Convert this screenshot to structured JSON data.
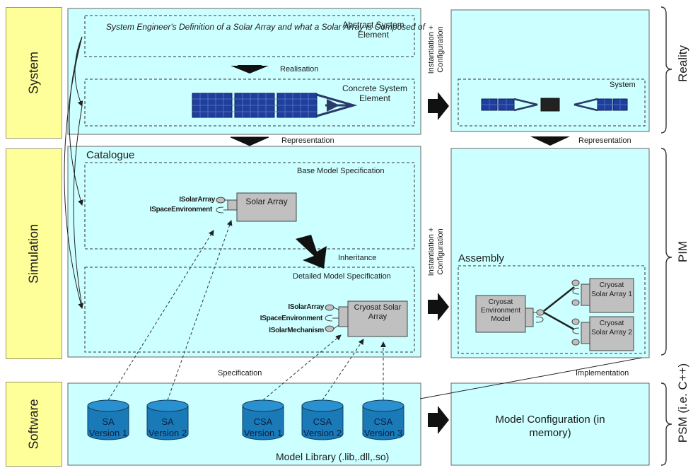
{
  "layers": {
    "system": "System",
    "simulation": "Simulation",
    "software": "Software"
  },
  "right_labels": {
    "reality": "Reality",
    "pim": "PIM",
    "psm": "PSM (i.e. C++)"
  },
  "system_box": {
    "abstract_desc": "System Engineer's Definition of a Solar Array and what a Solar Array is Composed of",
    "abstract_label": "Abstract System Element",
    "realisation": "Realisation",
    "concrete_label": "Concrete System Element"
  },
  "instantiation": "Instantiation + Configuration",
  "reality_box": {
    "system_label": "System"
  },
  "representation_left": "Representation",
  "representation_right": "Representation",
  "catalogue": {
    "title": "Catalogue",
    "base_spec": "Base Model Specification",
    "base_ifaces": [
      "ISolarArray",
      "ISpaceEnvironment"
    ],
    "base_block": "Solar Array",
    "inheritance": "Inheritance",
    "detailed_spec": "Detailed Model Specification",
    "detailed_ifaces": [
      "ISolarArray",
      "ISpaceEnvironment",
      "ISolarMechanism"
    ],
    "detailed_block": "Cryosat Solar Array"
  },
  "assembly": {
    "title": "Assembly",
    "env_block": "Cryosat Environment Model",
    "array1": "Cryosat Solar Array 1",
    "array2": "Cryosat Solar Array 2"
  },
  "specification": "Specification",
  "implementation": "Implementation",
  "library": {
    "label": "Model Library (.lib,.dll,.so)",
    "items": [
      {
        "name": "SA",
        "version": "Version 1"
      },
      {
        "name": "SA",
        "version": "Version 2"
      },
      {
        "name": "CSA",
        "version": "Version 1"
      },
      {
        "name": "CSA",
        "version": "Version 2"
      },
      {
        "name": "CSA",
        "version": "Version 3"
      }
    ]
  },
  "model_config": "Model Configuration (in memory)",
  "colors": {
    "panel": "#ccffff",
    "layer": "#ffff99",
    "block": "#c0c0c0",
    "cylinder": "#1a7ab8",
    "solar": "#1f3f9a"
  }
}
